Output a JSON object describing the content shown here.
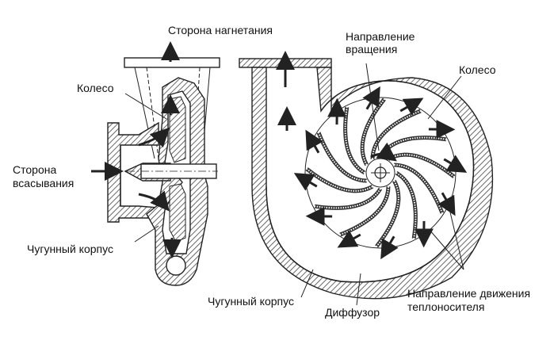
{
  "labels": {
    "discharge_side": "Сторона нагнетания",
    "rotation_direction_line1": "Направление",
    "rotation_direction_line2": "вращения",
    "impeller_left": "Колесо",
    "impeller_right": "Колесо",
    "suction_side_line1": "Сторона",
    "suction_side_line2": "всасывания",
    "casing_left": "Чугунный корпус",
    "casing_right": "Чугунный корпус",
    "diffuser": "Диффузор",
    "flow_direction_line1": "Направление движения",
    "flow_direction_line2": "теплоносителя"
  },
  "colors": {
    "line": "#222222",
    "hatch": "#555555",
    "background": "#ffffff"
  },
  "impeller": {
    "blade_count": 12
  }
}
